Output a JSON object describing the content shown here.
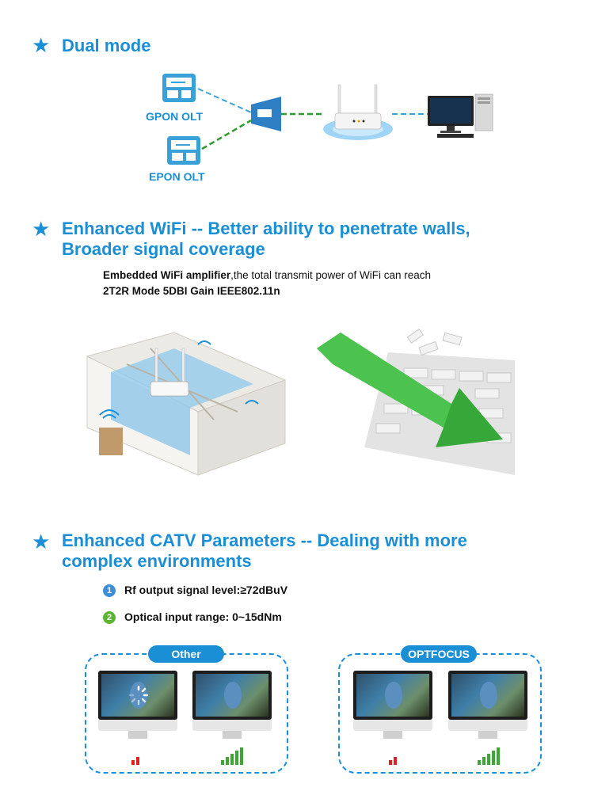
{
  "section1": {
    "star": "★",
    "title": "Dual mode",
    "gpon_label": "GPON OLT",
    "epon_label": "EPON OLT"
  },
  "section2": {
    "star": "★",
    "title_line1": "Enhanced WiFi -- Better ability to penetrate walls,",
    "title_line2": "Broader signal coverage",
    "desc_bold": "Embedded WiFi amplifier",
    "desc_rest": ",the total transmit power of WiFi can reach",
    "desc_line2": "2T2R Mode 5DBI Gain IEEE802.11n"
  },
  "section3": {
    "star": "★",
    "title_line1": "Enhanced CATV Parameters -- Dealing with more",
    "title_line2": "complex environments",
    "bullets": [
      {
        "num": "1",
        "text": "Rf output signal level:≥72dBuV",
        "color": "#3b8fd9"
      },
      {
        "num": "2",
        "text": "Optical input range: 0~15dNm",
        "color": "#5cb531"
      }
    ],
    "compare": [
      {
        "label": "Other",
        "left_signal": "weak",
        "right_signal": "strong",
        "left_loading": true
      },
      {
        "label": "OPTFOCUS",
        "left_signal": "weak",
        "right_signal": "strong",
        "left_loading": false
      }
    ]
  },
  "colors": {
    "accent": "#1a8fd6",
    "gpon_line": "#3aa0d8",
    "epon_line": "#2e9b2e",
    "signal_red": "#e02020",
    "signal_green": "#3aa832"
  }
}
